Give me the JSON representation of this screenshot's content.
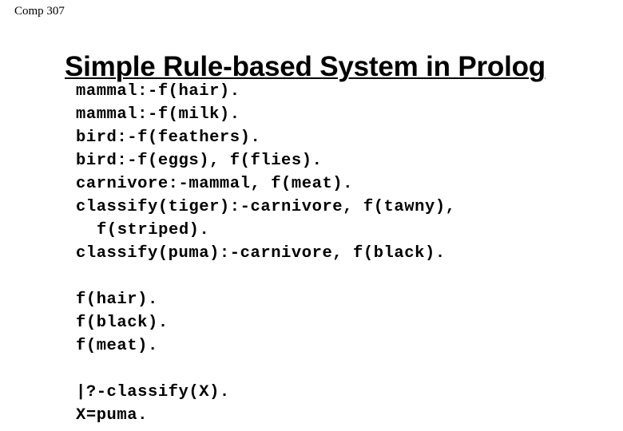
{
  "slide": {
    "course_label": "Comp 307",
    "title": "Simple Rule-based System in Prolog",
    "background_color": "#ffffff",
    "text_color": "#000000"
  },
  "code": {
    "rules_section": [
      {
        "text": "mammal:-f(hair).",
        "indent": false
      },
      {
        "text": "mammal:-f(milk).",
        "indent": false
      },
      {
        "text": "bird:-f(feathers).",
        "indent": false
      },
      {
        "text": "bird:-f(eggs), f(flies).",
        "indent": false
      },
      {
        "text": "carnivore:-mammal, f(meat).",
        "indent": false
      },
      {
        "text": "classify(tiger):-carnivore, f(tawny),",
        "indent": false
      },
      {
        "text": "f(striped).",
        "indent": true
      },
      {
        "text": "classify(puma):-carnivore, f(black).",
        "indent": false
      }
    ],
    "facts_section": [
      {
        "text": "f(hair).",
        "indent": false
      },
      {
        "text": "f(black).",
        "indent": false
      },
      {
        "text": "f(meat).",
        "indent": false
      }
    ],
    "query_section": [
      {
        "text": "|?-classify(X).",
        "indent": false
      },
      {
        "text": "X=puma.",
        "indent": false
      }
    ]
  }
}
